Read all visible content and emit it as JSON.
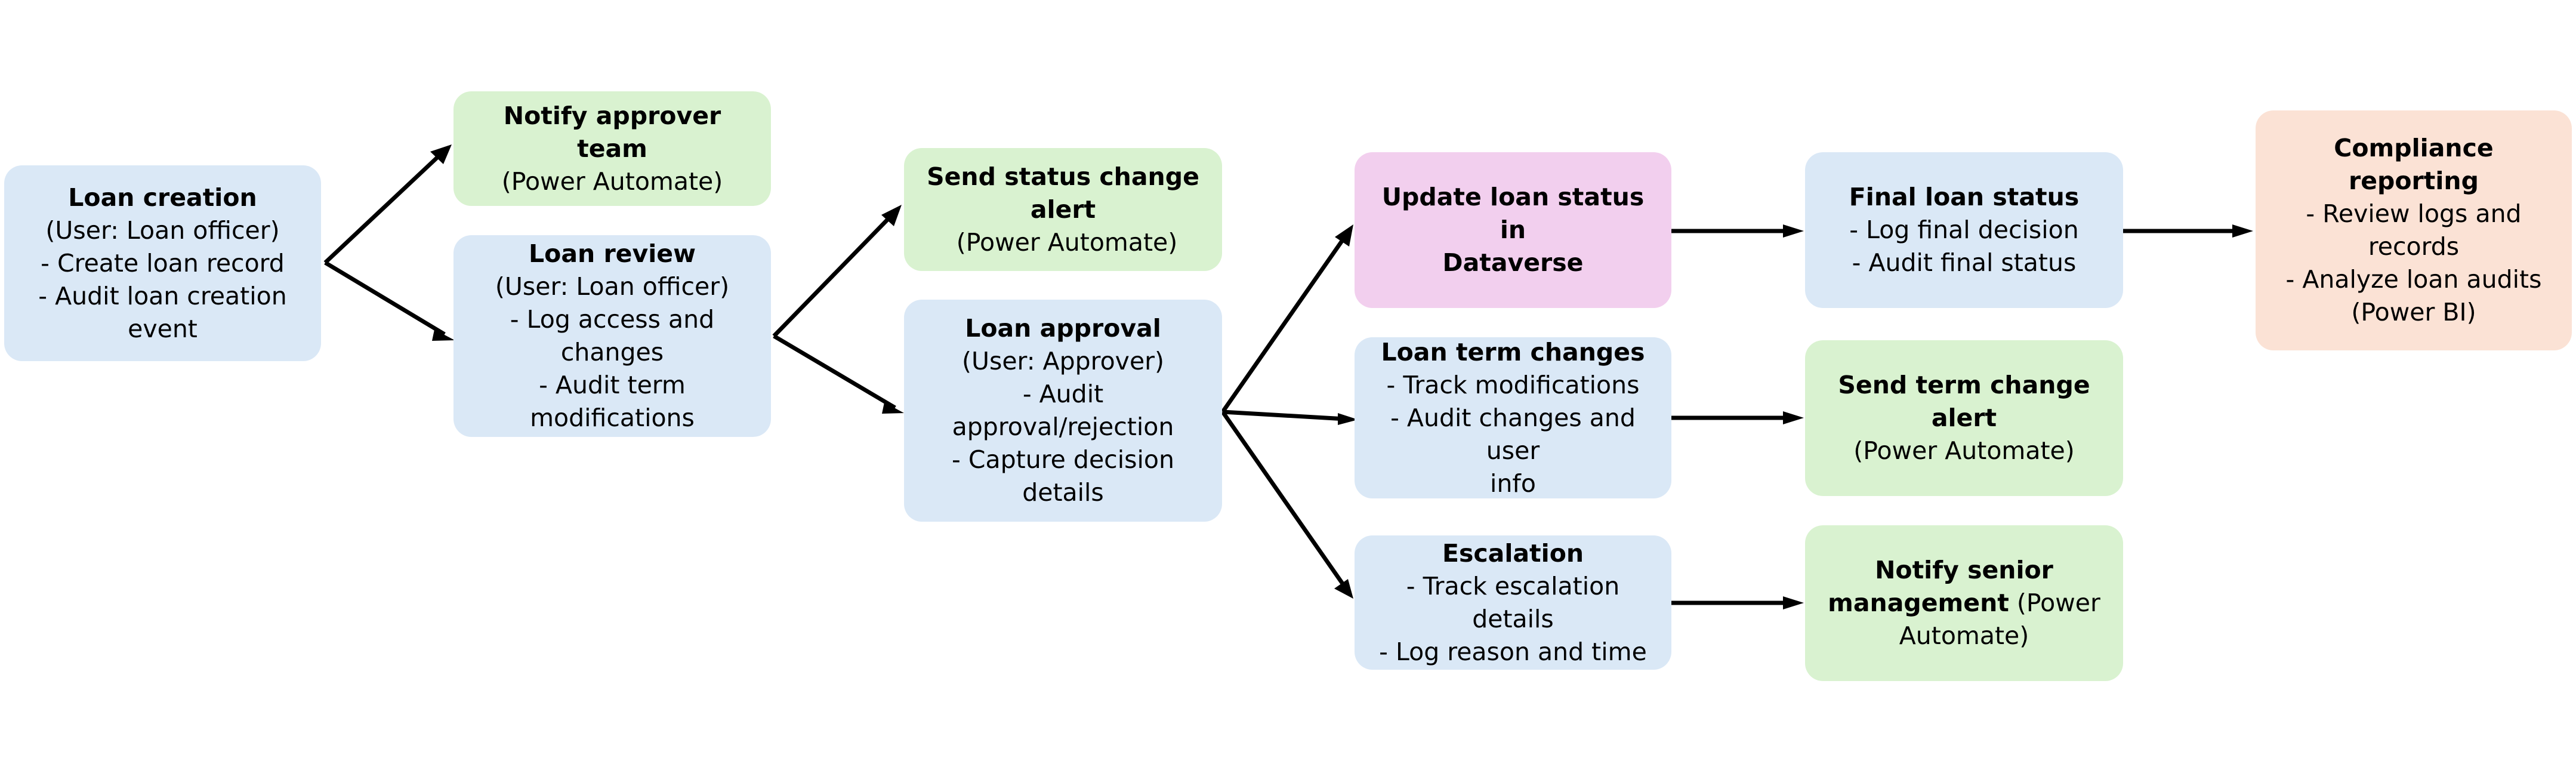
{
  "diagram": {
    "nodes": {
      "loan_creation": {
        "title": "Loan creation",
        "lines": [
          "(User: Loan officer)",
          "- Create loan record",
          "- Audit loan creation",
          "event"
        ],
        "color": "#dae8f6"
      },
      "notify_approver": {
        "title": "Notify approver team",
        "lines": [
          "(Power Automate)"
        ],
        "color": "#d9f2d0"
      },
      "loan_review": {
        "title": "Loan review",
        "lines": [
          "(User: Loan officer)",
          "- Log access and",
          "changes",
          "- Audit term",
          "modifications"
        ],
        "color": "#dae8f6"
      },
      "send_status_alert": {
        "title_part1": "Send status change",
        "title_part2": "alert",
        "suffix": " (Power Automate)",
        "color": "#d9f2d0"
      },
      "loan_approval": {
        "title": "Loan approval",
        "lines": [
          "(User: Approver)",
          "- Audit",
          "approval/rejection",
          "- Capture decision",
          "details"
        ],
        "color": "#dae8f6"
      },
      "update_status": {
        "title_lines": [
          "Update loan status in",
          "Dataverse"
        ],
        "color": "#f2cfee"
      },
      "loan_term_changes": {
        "title": "Loan term changes",
        "lines": [
          "- Track modifications",
          "- Audit changes and user",
          "info"
        ],
        "color": "#dae8f6"
      },
      "escalation": {
        "title": "Escalation",
        "lines": [
          "- Track escalation details",
          "- Log reason and time"
        ],
        "color": "#dae8f6"
      },
      "final_status": {
        "title": "Final loan status",
        "lines": [
          "- Log final decision",
          "- Audit final status"
        ],
        "color": "#dae8f6"
      },
      "send_term_alert": {
        "title": "Send term change alert",
        "lines": [
          "(Power Automate)"
        ],
        "color": "#d9f2d0"
      },
      "notify_senior": {
        "title_part1": "Notify senior",
        "title_part2": "management",
        "suffix": " (Power",
        "line3": "Automate)",
        "color": "#d9f2d0"
      },
      "compliance": {
        "title": "Compliance reporting",
        "lines": [
          "- Review logs and",
          "records",
          "- Analyze loan audits",
          "(Power BI)"
        ],
        "color": "#fbe2d5"
      }
    },
    "edges": [
      {
        "from": "loan_creation",
        "to": "notify_approver"
      },
      {
        "from": "loan_creation",
        "to": "loan_review"
      },
      {
        "from": "loan_review",
        "to": "send_status_alert"
      },
      {
        "from": "loan_review",
        "to": "loan_approval"
      },
      {
        "from": "loan_approval",
        "to": "update_status"
      },
      {
        "from": "loan_approval",
        "to": "loan_term_changes"
      },
      {
        "from": "loan_approval",
        "to": "escalation"
      },
      {
        "from": "update_status",
        "to": "final_status"
      },
      {
        "from": "final_status",
        "to": "compliance"
      },
      {
        "from": "loan_term_changes",
        "to": "send_term_alert"
      },
      {
        "from": "escalation",
        "to": "notify_senior"
      }
    ]
  }
}
